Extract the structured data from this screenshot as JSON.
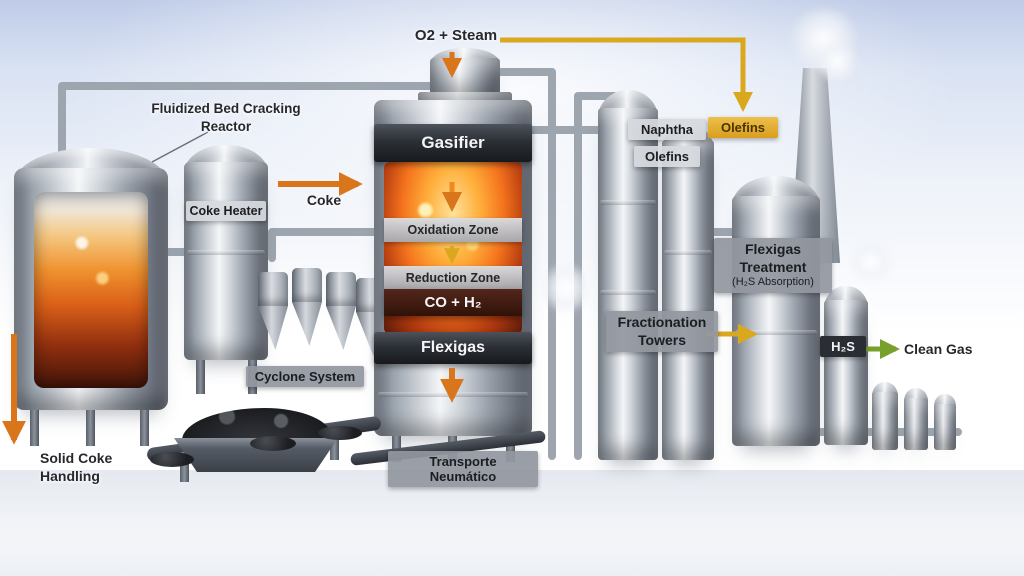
{
  "title": "Flexicoking gasification process diagram",
  "colors": {
    "accent_orange": "#d9761b",
    "accent_yellow": "#d9a81e",
    "accent_green": "#78a02c",
    "dark_band": "#2c3036",
    "label_gray": "#92979f",
    "text_dark": "#26282c",
    "sky_blue": "#bfcce8"
  },
  "labels": {
    "o2_steam": "O2 + Steam",
    "fluidized_bed_line1": "Fluidized Bed Cracking",
    "fluidized_bed_line2": "Reactor",
    "coke_heater": "Coke Heater",
    "coke": "Coke",
    "gasifier": "Gasifier",
    "oxidation_zone": "Oxidation Zone",
    "reduction_zone": "Reduction Zone",
    "co_h2": "CO + H₂",
    "flexigas": "Flexigas",
    "naphtha": "Naphtha",
    "olefins_tower": "Olefins",
    "olefins_product": "Olefins",
    "fractionation_line1": "Fractionation",
    "fractionation_line2": "Towers",
    "treatment_line1": "Flexigas",
    "treatment_line2": "Treatment",
    "treatment_line3": "(H₂S Absorption)",
    "h2s": "H₂S",
    "clean_gas": "Clean Gas",
    "cyclone_system": "Cyclone System",
    "solid_coke_line1": "Solid Coke",
    "solid_coke_line2": "Handling",
    "transporte_neumatico": "Transporte Neumático"
  }
}
